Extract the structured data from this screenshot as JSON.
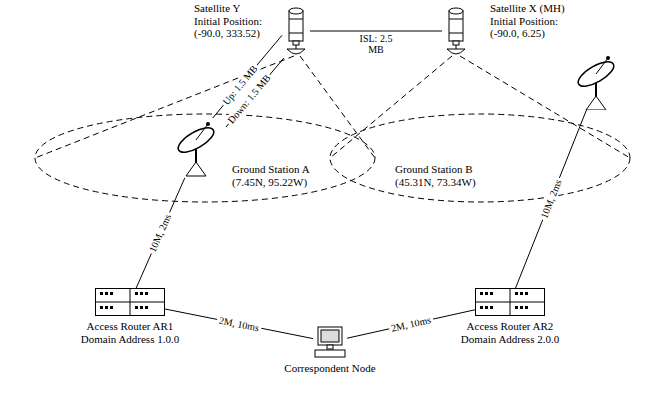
{
  "diagram": {
    "nodes": [
      {
        "text": [
          "Satellite Y Initial Position: (-90.0, 333.52)"
        ]
      },
      {
        "text": [
          "Satellite X (MH) Initial Position: (-90.0, 6.25)"
        ]
      },
      {
        "text": [
          "Ground Station A (7.45N, 95.22W)"
        ]
      },
      {
        "text": [
          "Ground Station B (45.31N, 73.34W)"
        ]
      },
      {
        "text": [
          "Access Router AR1 Domain Address 1.0.0"
        ]
      },
      {
        "text": [
          "Access Router AR2 Domain Address 2.0.0"
        ]
      },
      {
        "text": [
          "Correspondent Node"
        ]
      }
    ],
    "edges": [
      {
        "from": 0,
        "to": 1,
        "label": "ISL: 2.5 MB",
        "arrow": "none"
      },
      {
        "from": 0,
        "to": 2,
        "label": "Up: 1.5 MB",
        "arrow": "none"
      },
      {
        "from": 0,
        "to": 2,
        "label": "Down: 1.5 MB",
        "arrow": "none"
      },
      {
        "from": 2,
        "to": 4,
        "label": "10M, 2ms",
        "arrow": "none"
      },
      {
        "from": 3,
        "to": 5,
        "label": "10M, 2ms",
        "arrow": "none"
      },
      {
        "from": 4,
        "to": 6,
        "label": "2M, 10ms",
        "arrow": "none"
      },
      {
        "from": 5,
        "to": 6,
        "label": "2M, 10ms",
        "arrow": "none"
      }
    ]
  }
}
